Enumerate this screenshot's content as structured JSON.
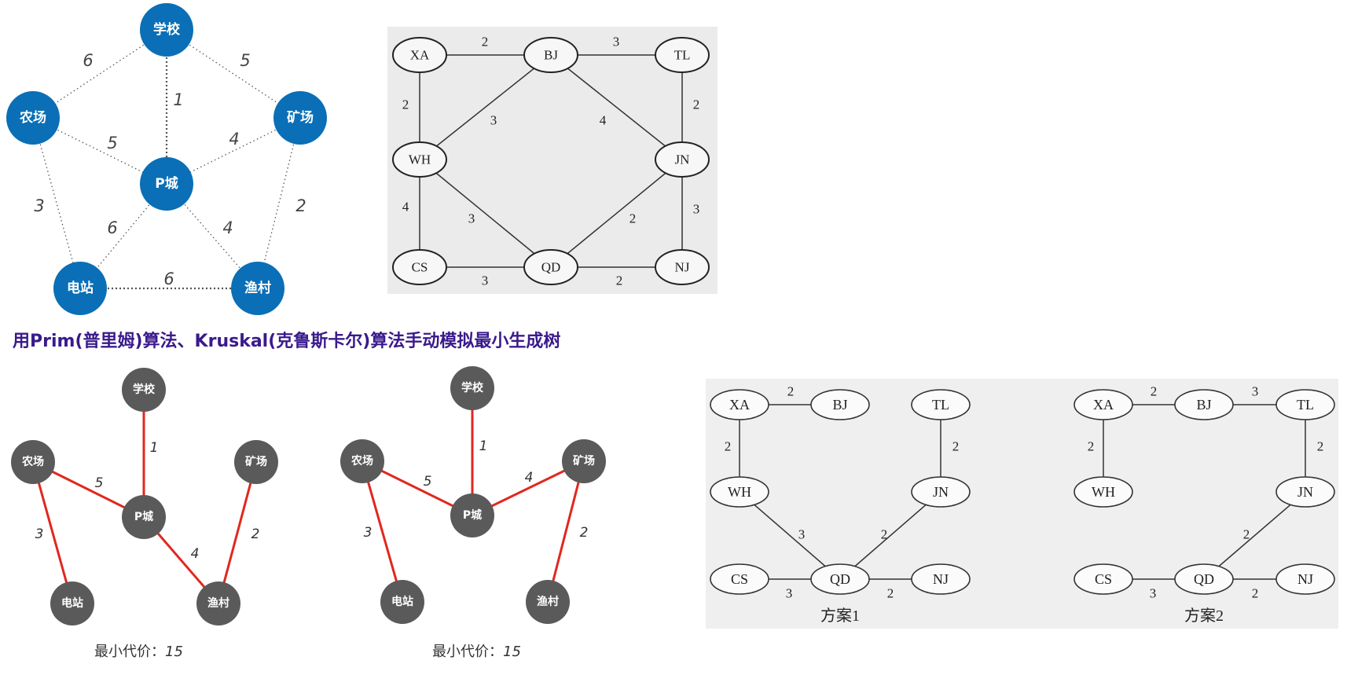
{
  "heading": "用Prim(普里姆)算法、Kruskal(克鲁斯卡尔)算法手动模拟最小生成树",
  "colors": {
    "blue_node": "#0a6fb6",
    "gray_node": "#5a5a5a",
    "mst_edge": "#e0281e",
    "heading": "#3a1a8c",
    "graph_bg": "#ebebeb",
    "scan_bg": "#efefef"
  },
  "town_graph": {
    "nodes": [
      {
        "id": "school",
        "label": "学校"
      },
      {
        "id": "farm",
        "label": "农场"
      },
      {
        "id": "mine",
        "label": "矿场"
      },
      {
        "id": "pcity",
        "label": "P城"
      },
      {
        "id": "station",
        "label": "电站"
      },
      {
        "id": "village",
        "label": "渔村"
      }
    ],
    "edges": [
      {
        "from": "school",
        "to": "farm",
        "weight": "6"
      },
      {
        "from": "school",
        "to": "mine",
        "weight": "5"
      },
      {
        "from": "school",
        "to": "pcity",
        "weight": "1"
      },
      {
        "from": "farm",
        "to": "pcity",
        "weight": "5"
      },
      {
        "from": "mine",
        "to": "pcity",
        "weight": "4"
      },
      {
        "from": "farm",
        "to": "station",
        "weight": "3"
      },
      {
        "from": "mine",
        "to": "village",
        "weight": "2"
      },
      {
        "from": "pcity",
        "to": "station",
        "weight": "6"
      },
      {
        "from": "pcity",
        "to": "village",
        "weight": "4"
      },
      {
        "from": "station",
        "to": "village",
        "weight": "6"
      }
    ]
  },
  "city_graph": {
    "nodes": [
      "XA",
      "BJ",
      "TL",
      "WH",
      "JN",
      "CS",
      "QD",
      "NJ"
    ],
    "edges": [
      {
        "from": "XA",
        "to": "BJ",
        "weight": "2"
      },
      {
        "from": "BJ",
        "to": "TL",
        "weight": "3"
      },
      {
        "from": "XA",
        "to": "WH",
        "weight": "2"
      },
      {
        "from": "BJ",
        "to": "WH",
        "weight": "3"
      },
      {
        "from": "BJ",
        "to": "JN",
        "weight": "4"
      },
      {
        "from": "TL",
        "to": "JN",
        "weight": "2"
      },
      {
        "from": "WH",
        "to": "CS",
        "weight": "4"
      },
      {
        "from": "WH",
        "to": "QD",
        "weight": "3"
      },
      {
        "from": "JN",
        "to": "QD",
        "weight": "2"
      },
      {
        "from": "JN",
        "to": "NJ",
        "weight": "3"
      },
      {
        "from": "CS",
        "to": "QD",
        "weight": "3"
      },
      {
        "from": "QD",
        "to": "NJ",
        "weight": "2"
      }
    ]
  },
  "town_mst_1": {
    "cost_label": "最小代价：",
    "cost_value": "15",
    "edges": [
      {
        "from": "school",
        "to": "pcity",
        "weight": "1"
      },
      {
        "from": "farm",
        "to": "pcity",
        "weight": "5"
      },
      {
        "from": "farm",
        "to": "station",
        "weight": "3"
      },
      {
        "from": "pcity",
        "to": "village",
        "weight": "4"
      },
      {
        "from": "mine",
        "to": "village",
        "weight": "2"
      }
    ]
  },
  "town_mst_2": {
    "cost_label": "最小代价：",
    "cost_value": "15",
    "edges": [
      {
        "from": "school",
        "to": "pcity",
        "weight": "1"
      },
      {
        "from": "farm",
        "to": "pcity",
        "weight": "5"
      },
      {
        "from": "farm",
        "to": "station",
        "weight": "3"
      },
      {
        "from": "mine",
        "to": "pcity",
        "weight": "4"
      },
      {
        "from": "mine",
        "to": "village",
        "weight": "2"
      }
    ]
  },
  "city_mst_1": {
    "caption": "方案1",
    "edges": [
      {
        "from": "XA",
        "to": "BJ",
        "weight": "2"
      },
      {
        "from": "XA",
        "to": "WH",
        "weight": "2"
      },
      {
        "from": "TL",
        "to": "JN",
        "weight": "2"
      },
      {
        "from": "WH",
        "to": "QD",
        "weight": "3"
      },
      {
        "from": "JN",
        "to": "QD",
        "weight": "2"
      },
      {
        "from": "CS",
        "to": "QD",
        "weight": "3"
      },
      {
        "from": "QD",
        "to": "NJ",
        "weight": "2"
      }
    ]
  },
  "city_mst_2": {
    "caption": "方案2",
    "edges": [
      {
        "from": "XA",
        "to": "BJ",
        "weight": "2"
      },
      {
        "from": "BJ",
        "to": "TL",
        "weight": "3"
      },
      {
        "from": "XA",
        "to": "WH",
        "weight": "2"
      },
      {
        "from": "TL",
        "to": "JN",
        "weight": "2"
      },
      {
        "from": "JN",
        "to": "QD",
        "weight": "2"
      },
      {
        "from": "CS",
        "to": "QD",
        "weight": "3"
      },
      {
        "from": "QD",
        "to": "NJ",
        "weight": "2"
      }
    ]
  }
}
